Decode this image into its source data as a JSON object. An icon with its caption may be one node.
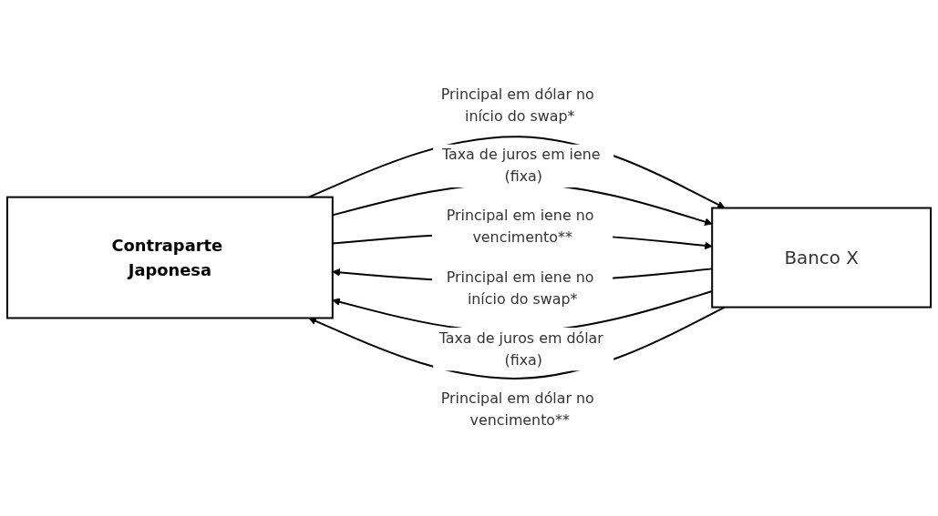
{
  "diagram": {
    "nodes": [
      {
        "text": [
          "Contraparte Japonesa"
        ]
      },
      {
        "text": [
          "Banco X"
        ]
      }
    ],
    "edges": [
      {
        "from": 0,
        "to": 1,
        "arrow": "to",
        "label": "Principal em dólar no início do swap*"
      },
      {
        "from": 1,
        "to": 0,
        "arrow": "to",
        "label": "Principal em iene no início do swap*"
      },
      {
        "from": 0,
        "to": 1,
        "arrow": "to",
        "label": "Taxa de juros em iene (fixa)"
      },
      {
        "from": 1,
        "to": 0,
        "arrow": "to",
        "label": "Taxa de juros em dólar (fixa)"
      },
      {
        "from": 0,
        "to": 1,
        "arrow": "to",
        "label": "Principal em iene no vencimento**"
      },
      {
        "from": 1,
        "to": 0,
        "arrow": "to",
        "label": "Principal em dólar no vencimento**"
      }
    ]
  }
}
